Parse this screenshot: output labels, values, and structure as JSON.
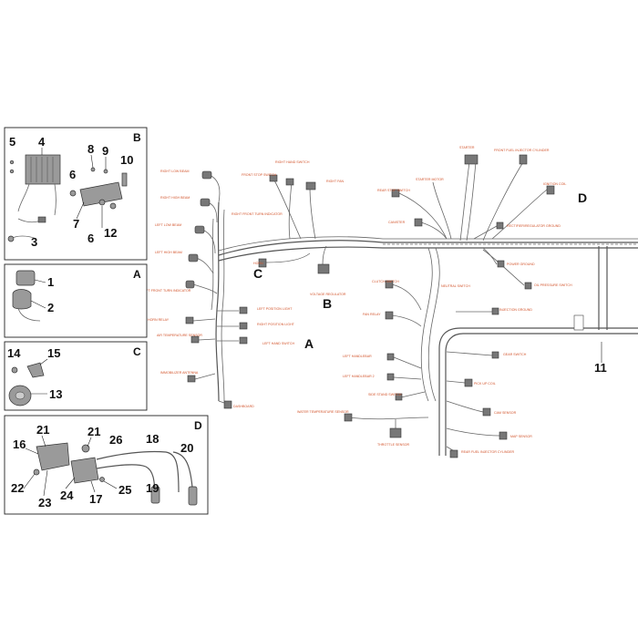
{
  "harness_labels": {
    "right_low_beam": "RIGHT LOW BEAM",
    "right_high_beam": "RIGHT HIGH BEAM",
    "left_low_beam": "LEFT LOW BEAM",
    "left_high_beam": "LEFT HIGH BEAM",
    "right_front_turn_indicator": "RIGHT FRONT TURN INDICATOR",
    "left_front_turn_indicator": "LEFT FRONT TURN INDICATOR",
    "front_stop_switch": "FRONT STOP SWITCH",
    "right_hand_switch": "RIGHT HAND SWITCH",
    "right_fan": "RIGHT FAN",
    "horn": "HORN",
    "voltage_regulator": "VOLTAGE REGULATOR",
    "left_position_light": "LEFT POSITION LIGHT",
    "right_position_light": "RIGHT POSITION LIGHT",
    "horn_relay": "HORN RELAY",
    "air_temperature_sensor": "AIR TEMPERATURE SENSOR",
    "left_hand_switch": "LEFT HAND SWITCH",
    "immobilizer_antenna": "IMMOBILIZER ANTENNA",
    "dashboard": "DASHBOARD",
    "starter": "STARTER",
    "front_fuel_injector_cylinder": "FRONT FUEL INJECTOR CYLINDER",
    "starter_motor": "STARTER MOTOR",
    "rear_stop_switch": "REAR STOP SWITCH",
    "ignition_coil": "IGNITION COIL",
    "canister": "CANISTER",
    "rectifier_regulator_ground": "RECTIFIER/REGULATOR GROUND",
    "power_ground": "POWER GROUND",
    "oil_pressure_switch": "OIL PRESSURE SWITCH",
    "clutch_switch": "CLUTCH SWITCH",
    "neutral_switch": "NEUTRAL SWITCH",
    "injection_ground": "INJECTION GROUND",
    "fan_relay": "FAN RELAY",
    "left_handlebar": "LEFT HANDLEBAR",
    "left_handlebar_2": "LEFT HANDLEBAR 2",
    "side_stand_switch": "SIDE STAND SWITCH",
    "water_temperature_sensor": "WATER TEMPERATURE SENSOR",
    "throttle_sensor": "THROTTLE SENSOR",
    "gear_switch": "GEAR SWITCH",
    "pick_up_coil": "PICK UP COIL",
    "cam_sensor": "CAM SENSOR",
    "map_sensor": "MAP SENSOR",
    "rear_fuel_injector_cylinder": "REAR FUEL INJECTOR CYLINDER"
  },
  "callouts": {
    "a1": "A",
    "a2": "A",
    "b1": "B",
    "c1": "C",
    "d1": "D",
    "n11": "11"
  },
  "panels": {
    "B": {
      "letter": "B",
      "numbers": [
        "5",
        "4",
        "8",
        "9",
        "10",
        "6",
        "7",
        "6",
        "12",
        "3"
      ]
    },
    "A": {
      "letter": "A",
      "numbers": [
        "1",
        "2"
      ]
    },
    "C": {
      "letter": "C",
      "numbers": [
        "14",
        "15",
        "13"
      ]
    },
    "D": {
      "letter": "D",
      "numbers": [
        "21",
        "21",
        "26",
        "18",
        "16",
        "20",
        "22",
        "23",
        "24",
        "17",
        "25",
        "19"
      ]
    }
  }
}
